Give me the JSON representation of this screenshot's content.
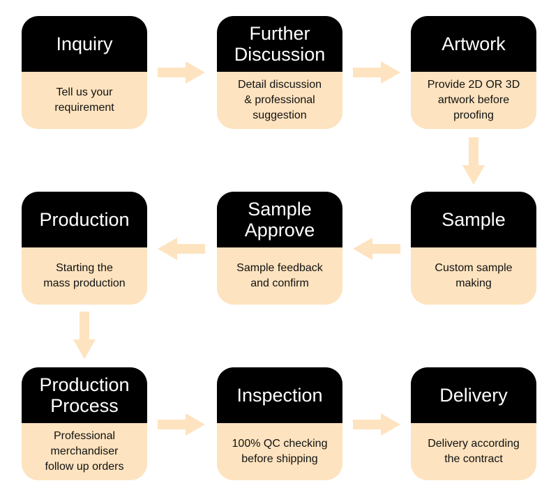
{
  "colors": {
    "header_background": "#000000",
    "header_text": "#ffffff",
    "body_background": "#fde3bf",
    "body_text": "#111111",
    "arrow": "#fde3bf"
  },
  "steps": [
    {
      "title": "Inquiry",
      "description": "Tell us your\nrequirement"
    },
    {
      "title": "Further\nDiscussion",
      "description": "Detail discussion\n& professional\nsuggestion"
    },
    {
      "title": "Artwork",
      "description": "Provide 2D OR 3D\nartwork before\nproofing"
    },
    {
      "title": "Production",
      "description": "Starting the\nmass production"
    },
    {
      "title": "Sample\nApprove",
      "description": "Sample feedback\nand confirm"
    },
    {
      "title": "Sample",
      "description": "Custom sample\nmaking"
    },
    {
      "title": "Production\nProcess",
      "description": "Professional\nmerchandiser\nfollow up orders"
    },
    {
      "title": "Inspection",
      "description": "100% QC checking\nbefore shipping"
    },
    {
      "title": "Delivery",
      "description": "Delivery according\nthe contract"
    }
  ]
}
